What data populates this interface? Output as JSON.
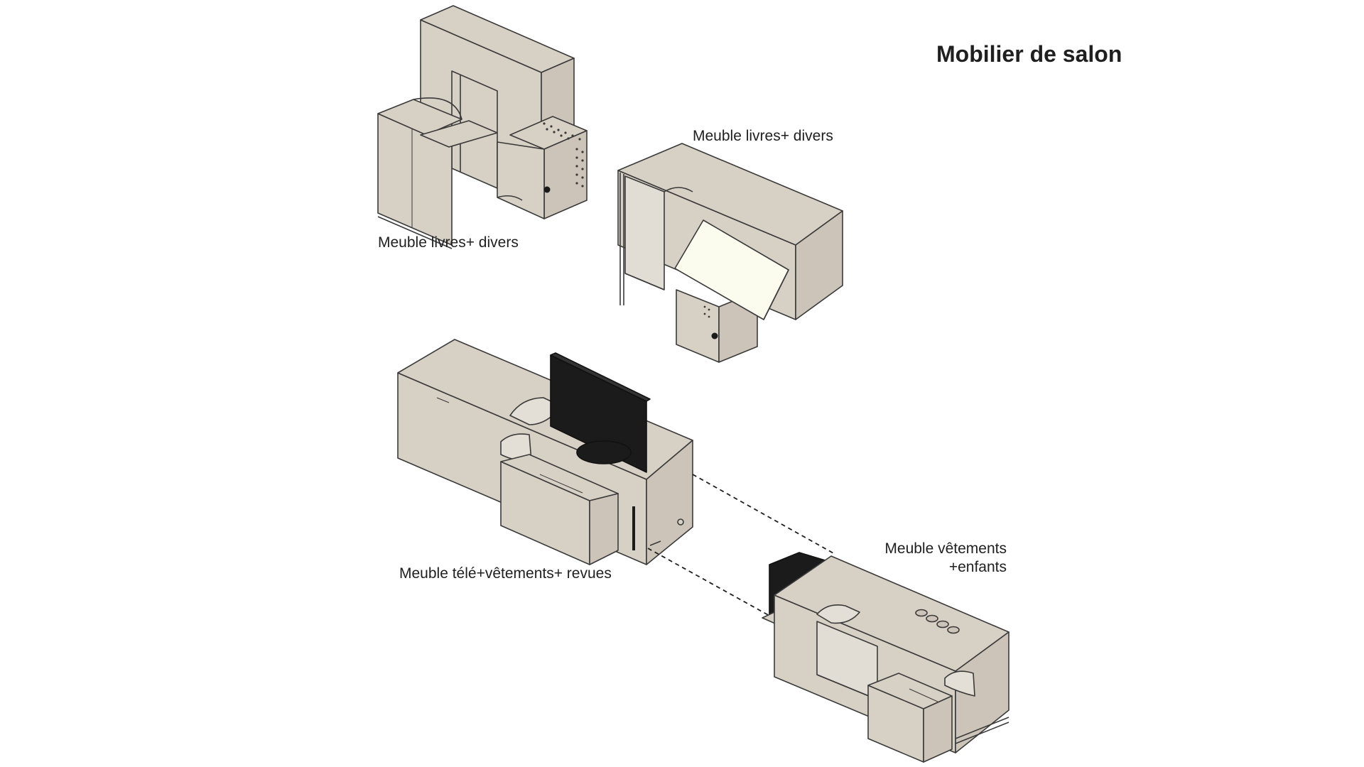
{
  "title": "Mobilier de salon",
  "labels": {
    "bookcase_left": "Meuble livres+ divers",
    "bookcase_right": "Meuble livres+ divers",
    "tv_unit": "Meuble télé+vêtements+ revues",
    "clothes_unit_line1": "Meuble vêtements",
    "clothes_unit_line2": "+enfants"
  },
  "colors": {
    "panel": "#d7d0c5",
    "panel_side": "#ccc4b8",
    "edge": "#3a3a3a",
    "screen": "#1b1b1b",
    "board": "#fbfbee"
  }
}
